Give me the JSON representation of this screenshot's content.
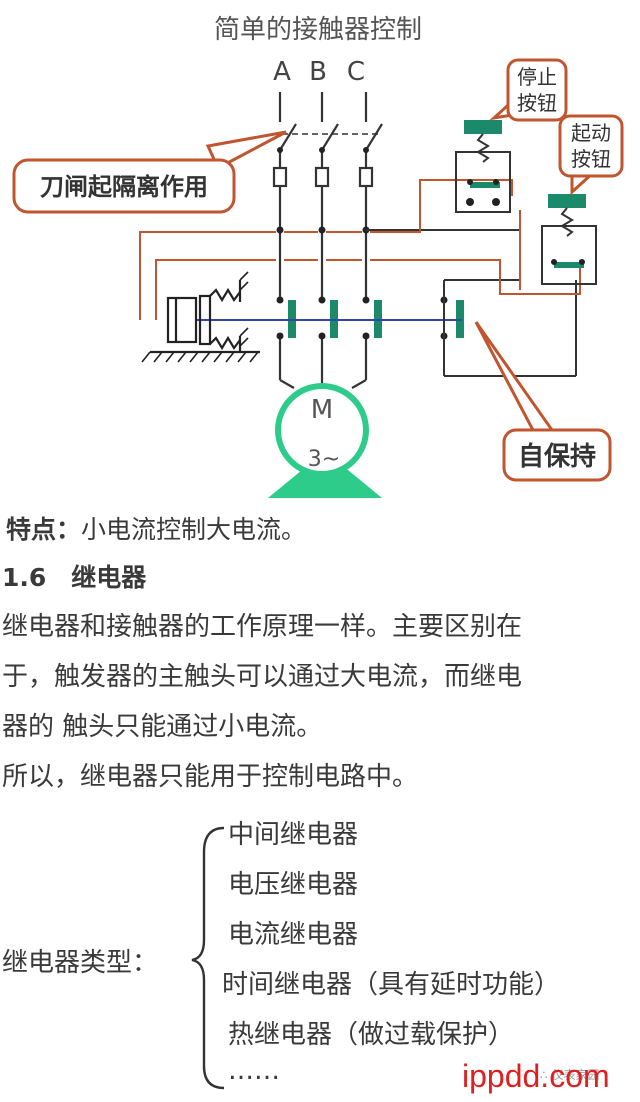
{
  "diagram": {
    "title": "简单的接触器控制",
    "phases": [
      "A",
      "B",
      "C"
    ],
    "callouts": {
      "knife_switch": "刀闸起隔离作用",
      "stop_button_line1": "停止",
      "stop_button_line2": "按钮",
      "start_button_line1": "起动",
      "start_button_line2": "按钮",
      "self_hold": "自保持"
    },
    "motor": {
      "label": "M",
      "sublabel": "3~"
    },
    "colors": {
      "callout": "#c0552f",
      "contact": "#1a8a6a",
      "button": "#1a8a6a",
      "motor": "#2ecc8a",
      "line": "#333333",
      "link": "#3344aa"
    }
  },
  "text": {
    "feature_label": "特点：",
    "feature_text": "小电流控制大电流。",
    "section_heading": "1.6　继电器",
    "para_line1": "继电器和接触器的工作原理一样。主要区别在",
    "para_line2": "于，触发器的主触头可以通过大电流，而继电",
    "para_line3": "器的 触头只能通过小电流。",
    "para_line4": "所以，继电器只能用于控制电路中。",
    "relay_types_label": "继电器类型：",
    "relay_types": [
      "中间继电器",
      "电压继电器",
      "电流继电器",
      " 时间继电器（具有延时功能）",
      "热继电器（做过载保护）",
      "……"
    ]
  },
  "watermark": {
    "text": "ippdd.com",
    "small": "∴ 仪表家园"
  }
}
